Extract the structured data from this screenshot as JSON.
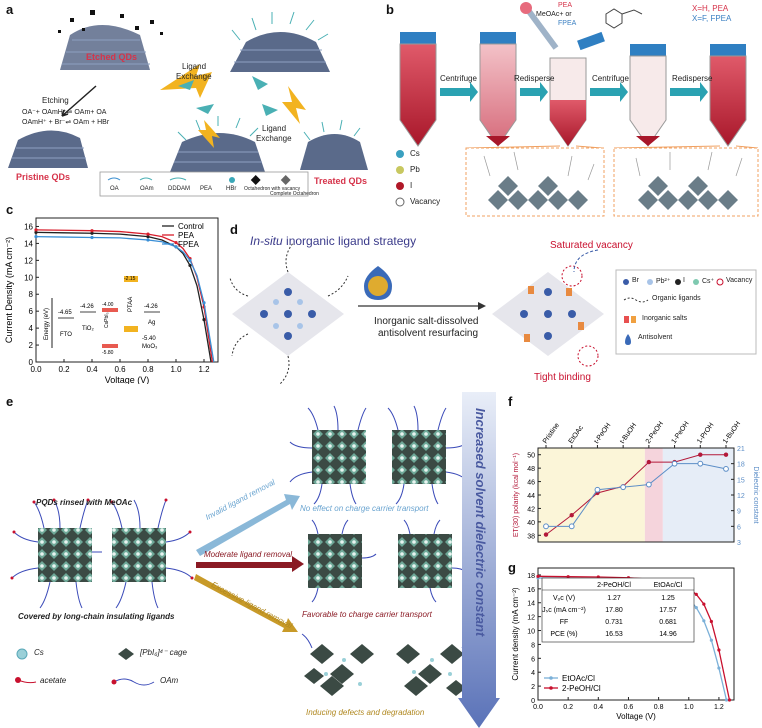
{
  "labels": {
    "a": "a",
    "b": "b",
    "c": "c",
    "d": "d",
    "e": "e",
    "f": "f",
    "g": "g"
  },
  "panel_a": {
    "etched": "Etched QDs",
    "pristine": "Pristine QDs",
    "treated": "Treated QDs",
    "etching": "Etching",
    "ligand_exchange_1": "Ligand",
    "ligand_exchange_1b": "Exchange",
    "ligand_exchange_2": "Ligand",
    "ligand_exchange_2b": "Exchange",
    "eq1": "OA⁻+ OAmH⁺⇌ OAm+ OA",
    "eq2": "OAmH⁺ + Br⁻⇌ OAm + HBr",
    "legend": [
      "OA",
      "OAm",
      "DDDAM",
      "PEA",
      "HBr",
      "Octahedron with vacancy",
      "Complete Octahedron"
    ]
  },
  "panel_b": {
    "steps": [
      "Centrifuge",
      "Redisperse",
      "Centrifuge",
      "Redisperse"
    ],
    "additive_1": "PEA",
    "additive_2": "MeOAc+ or",
    "additive_3": "FPEA",
    "x_h": "X=H, PEA",
    "x_f": "X=F, FPEA",
    "legend": [
      "Cs",
      "Pb",
      "I",
      "Vacancy"
    ]
  },
  "panel_c": {
    "legend": [
      "Control",
      "PEA",
      "FPEA"
    ],
    "energy": {
      "fto": "-4.65",
      "tio2": "-4.26",
      "ag": "-4.26",
      "moo3": "-5.40",
      "cb": "-4.00",
      "vb": "-5.80",
      "ptaa_top": "-2.15",
      "fto_lbl": "FTO",
      "tio2_lbl": "TiO₂",
      "ptaa_lbl": "PTAA",
      "ag_lbl": "Ag",
      "moo3_lbl": "MoO₃",
      "cspb_lbl": "CsPbI₃",
      "axis": "Energy (eV)"
    }
  },
  "panel_d": {
    "title": "In-situ inorganic ligand strategy",
    "title_prefix": "In-situ",
    "title_rest": " inorganic ligand strategy",
    "arrow_label_1": "Inorganic salt-dissolved",
    "arrow_label_2": "antisolvent resurfacing",
    "saturated": "Saturated vacancy",
    "tight": "Tight binding",
    "legend": [
      "Br",
      "Pb²⁺",
      "I",
      "Cs⁺",
      "Vacancy",
      "Organic ligands",
      "Inorganic salts",
      "Antisolvent"
    ]
  },
  "panel_e": {
    "rinsed": "PQDs rinsed with MeOAc",
    "covered": "Covered by long-chain insulating ligands",
    "invalid": "Invalid ligand removal",
    "moderate": "Moderate ligand removal",
    "excessive": "Excessive ligand removal",
    "no_effect": "No effect on charge carrier transport",
    "favorable": "Favorable to charge carrier transport",
    "inducing": "Inducing defects and degradation",
    "arrow": "Increased solvent dielectric constant",
    "legend": [
      "Cs",
      "[PbI₆]⁴⁻ cage",
      "acetate",
      "OAm"
    ]
  },
  "chart_data": [
    {
      "type": "line",
      "id": "c",
      "xlabel": "Voltage (V)",
      "ylabel": "Current Density (mA cm⁻²)",
      "xlim": [
        0.0,
        1.3
      ],
      "ylim": [
        0,
        17
      ],
      "xticks": [
        "0.0",
        "0.2",
        "0.4",
        "0.6",
        "0.8",
        "1.0",
        "1.2"
      ],
      "yticks": [
        "0",
        "2",
        "4",
        "6",
        "8",
        "10",
        "12",
        "14",
        "16"
      ],
      "legend_position": "top-right",
      "series": [
        {
          "name": "Control",
          "color": "#222222",
          "x": [
            0,
            0.2,
            0.4,
            0.6,
            0.8,
            0.9,
            1.0,
            1.05,
            1.1,
            1.15,
            1.2,
            1.25
          ],
          "y": [
            15.3,
            15.25,
            15.2,
            15.1,
            14.8,
            14.4,
            13.6,
            12.8,
            11.4,
            9.0,
            5.0,
            0
          ]
        },
        {
          "name": "PEA",
          "color": "#d81e2c",
          "x": [
            0,
            0.2,
            0.4,
            0.6,
            0.8,
            0.9,
            1.0,
            1.05,
            1.1,
            1.15,
            1.2,
            1.26
          ],
          "y": [
            15.6,
            15.55,
            15.5,
            15.4,
            15.1,
            14.8,
            14.1,
            13.4,
            12.2,
            10.0,
            6.5,
            0
          ]
        },
        {
          "name": "FPEA",
          "color": "#3a8fd6",
          "x": [
            0,
            0.2,
            0.4,
            0.6,
            0.8,
            0.9,
            1.0,
            1.05,
            1.1,
            1.15,
            1.2,
            1.27
          ],
          "y": [
            14.8,
            14.75,
            14.7,
            14.65,
            14.4,
            14.2,
            13.6,
            13.0,
            12.0,
            10.2,
            7.0,
            0
          ]
        }
      ]
    },
    {
      "type": "line",
      "id": "f",
      "categories": [
        "Pristine",
        "EtOAc",
        "t-PeOH",
        "t-BuOH",
        "2-PeOH",
        "1-PeOH",
        "1-PrOH",
        "1-BuOH"
      ],
      "ylabel_left": "ET(30) polarity (kcal mol⁻¹)",
      "ylabel_right": "Dielectric constant",
      "ylim_left": [
        37,
        51
      ],
      "ylim_right": [
        3,
        21
      ],
      "yticks_left": [
        "38",
        "40",
        "42",
        "44",
        "46",
        "48",
        "50"
      ],
      "yticks_right": [
        "3",
        "6",
        "9",
        "12",
        "15",
        "18",
        "21"
      ],
      "series": [
        {
          "name": "ET(30) polarity",
          "color": "#b3193a",
          "axis": "left",
          "values": [
            38.1,
            41.0,
            44.3,
            45.3,
            48.9,
            48.9,
            50.0,
            50.0
          ]
        },
        {
          "name": "Dielectric constant",
          "color": "#5c8ec7",
          "axis": "right",
          "values": [
            6.0,
            6.0,
            13.0,
            13.5,
            14.0,
            18.0,
            18.0,
            17.0
          ]
        }
      ]
    },
    {
      "type": "line",
      "id": "g",
      "xlabel": "Voltage (V)",
      "ylabel": "Current density (mA cm⁻²)",
      "xlim": [
        0.0,
        1.3
      ],
      "ylim": [
        0,
        19
      ],
      "xticks": [
        "0.0",
        "0.2",
        "0.4",
        "0.6",
        "0.8",
        "1.0",
        "1.2"
      ],
      "yticks": [
        "0",
        "2",
        "4",
        "6",
        "8",
        "10",
        "12",
        "14",
        "16",
        "18"
      ],
      "series": [
        {
          "name": "EtOAc/Cl",
          "color": "#7bb0d8",
          "x": [
            0,
            0.2,
            0.4,
            0.6,
            0.8,
            0.9,
            1.0,
            1.05,
            1.1,
            1.15,
            1.2,
            1.25
          ],
          "y": [
            17.57,
            17.5,
            17.4,
            17.2,
            16.7,
            16.0,
            14.6,
            13.3,
            11.4,
            8.6,
            4.6,
            0
          ]
        },
        {
          "name": "2-PeOH/Cl",
          "color": "#c8102e",
          "x": [
            0,
            0.2,
            0.4,
            0.6,
            0.8,
            0.9,
            1.0,
            1.05,
            1.1,
            1.15,
            1.2,
            1.27
          ],
          "y": [
            17.8,
            17.75,
            17.7,
            17.6,
            17.3,
            16.9,
            16.0,
            15.2,
            13.8,
            11.3,
            7.2,
            0
          ]
        }
      ],
      "table": {
        "headers": [
          "",
          "2-PeOH/Cl",
          "EtOAc/Cl"
        ],
        "rows": [
          [
            "Vₒc (V)",
            "1.27",
            "1.25"
          ],
          [
            "Jₛc (mA cm⁻²)",
            "17.80",
            "17.57"
          ],
          [
            "FF",
            "0.731",
            "0.681"
          ],
          [
            "PCE (%)",
            "16.53",
            "14.96"
          ]
        ]
      }
    }
  ]
}
